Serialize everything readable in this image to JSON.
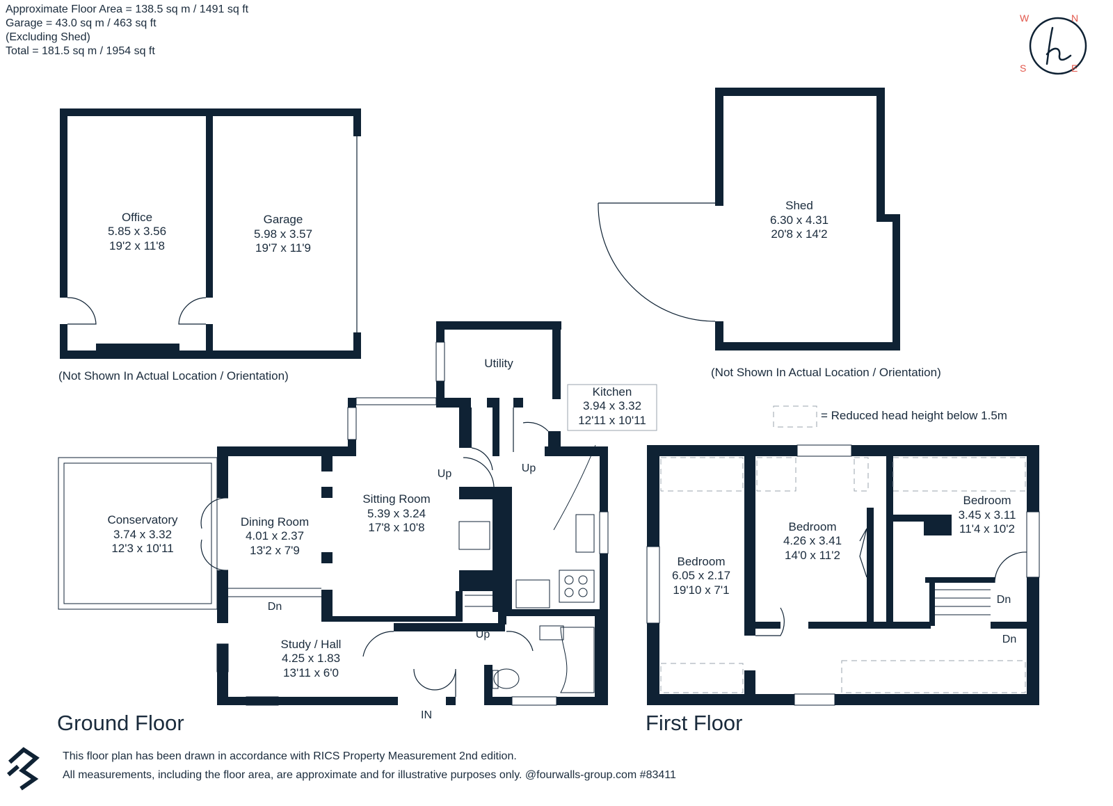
{
  "area_summary": [
    "Approximate Floor Area = 138.5 sq m / 1491 sq ft",
    "Garage = 43.0 sq m / 463 sq ft",
    "(Excluding Shed)",
    "Total = 181.5 sq m / 1954 sq ft"
  ],
  "compass": {
    "w": "W",
    "n": "N",
    "s": "S",
    "e": "E",
    "accent_color": "#e2574c"
  },
  "wall_color": "#0f2234",
  "rooms": {
    "office": {
      "name": "Office",
      "metric": "5.85 x 3.56",
      "imperial": "19'2 x 11'8"
    },
    "garage": {
      "name": "Garage",
      "metric": "5.98 x 3.57",
      "imperial": "19'7 x 11'9"
    },
    "shed": {
      "name": "Shed",
      "metric": "6.30 x 4.31",
      "imperial": "20'8 x 14'2"
    },
    "utility": {
      "name": "Utility"
    },
    "kitchen": {
      "name": "Kitchen",
      "metric": "3.94 x 3.32",
      "imperial": "12'11 x 10'11"
    },
    "sitting_room": {
      "name": "Sitting Room",
      "metric": "5.39 x 3.24",
      "imperial": "17'8 x 10'8"
    },
    "conservatory": {
      "name": "Conservatory",
      "metric": "3.74 x 3.32",
      "imperial": "12'3 x 10'11"
    },
    "dining_room": {
      "name": "Dining Room",
      "metric": "4.01 x 2.37",
      "imperial": "13'2 x 7'9"
    },
    "study_hall": {
      "name": "Study / Hall",
      "metric": "4.25 x 1.83",
      "imperial": "13'11 x 6'0"
    },
    "bedroom_left": {
      "name": "Bedroom",
      "metric": "6.05 x 2.17",
      "imperial": "19'10 x 7'1"
    },
    "bedroom_middle": {
      "name": "Bedroom",
      "metric": "4.26 x 3.41",
      "imperial": "14'0 x 11'2"
    },
    "bedroom_right": {
      "name": "Bedroom",
      "metric": "3.45 x 3.11",
      "imperial": "11'4 x 10'2"
    }
  },
  "stair_labels": {
    "up_sitting": "Up",
    "up_kitchen": "Up",
    "up_hall": "Up",
    "dn_study": "Dn",
    "dn_first_a": "Dn",
    "dn_first_b": "Dn",
    "entrance": "IN"
  },
  "notes": {
    "not_shown_left": "(Not Shown In Actual Location / Orientation)",
    "not_shown_right": "(Not Shown In Actual Location / Orientation)",
    "legend": "= Reduced head height below 1.5m"
  },
  "floors": {
    "ground": "Ground Floor",
    "first": "First Floor"
  },
  "footer": {
    "line1": "This floor plan has been drawn in accordance with RICS Property Measurement 2nd edition.",
    "line2": "All measurements, including the floor area, are approximate and for illustrative purposes only. @fourwalls-group.com #83411"
  }
}
